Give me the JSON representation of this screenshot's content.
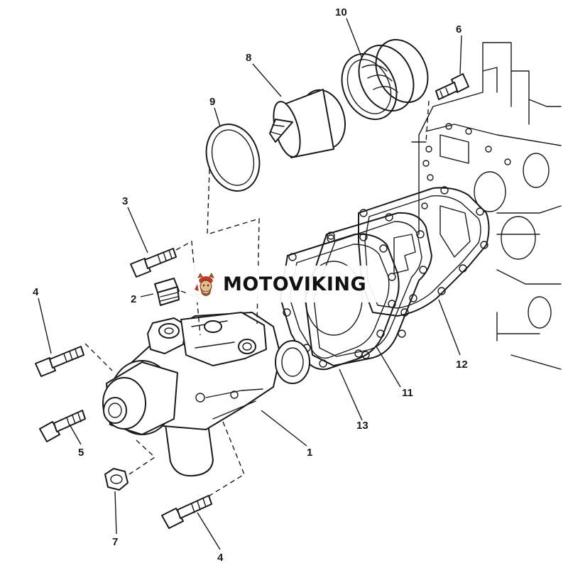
{
  "callouts": [
    "1",
    "2",
    "3",
    "4",
    "5",
    "6",
    "7",
    "8",
    "9",
    "10",
    "11",
    "12",
    "13",
    "4"
  ],
  "watermark": {
    "text": "MOTOVIKING"
  },
  "colors": {
    "line": "#1a1a1a",
    "background": "#ffffff",
    "logo_red": "#c0392b",
    "logo_brown": "#8a5a2b"
  }
}
